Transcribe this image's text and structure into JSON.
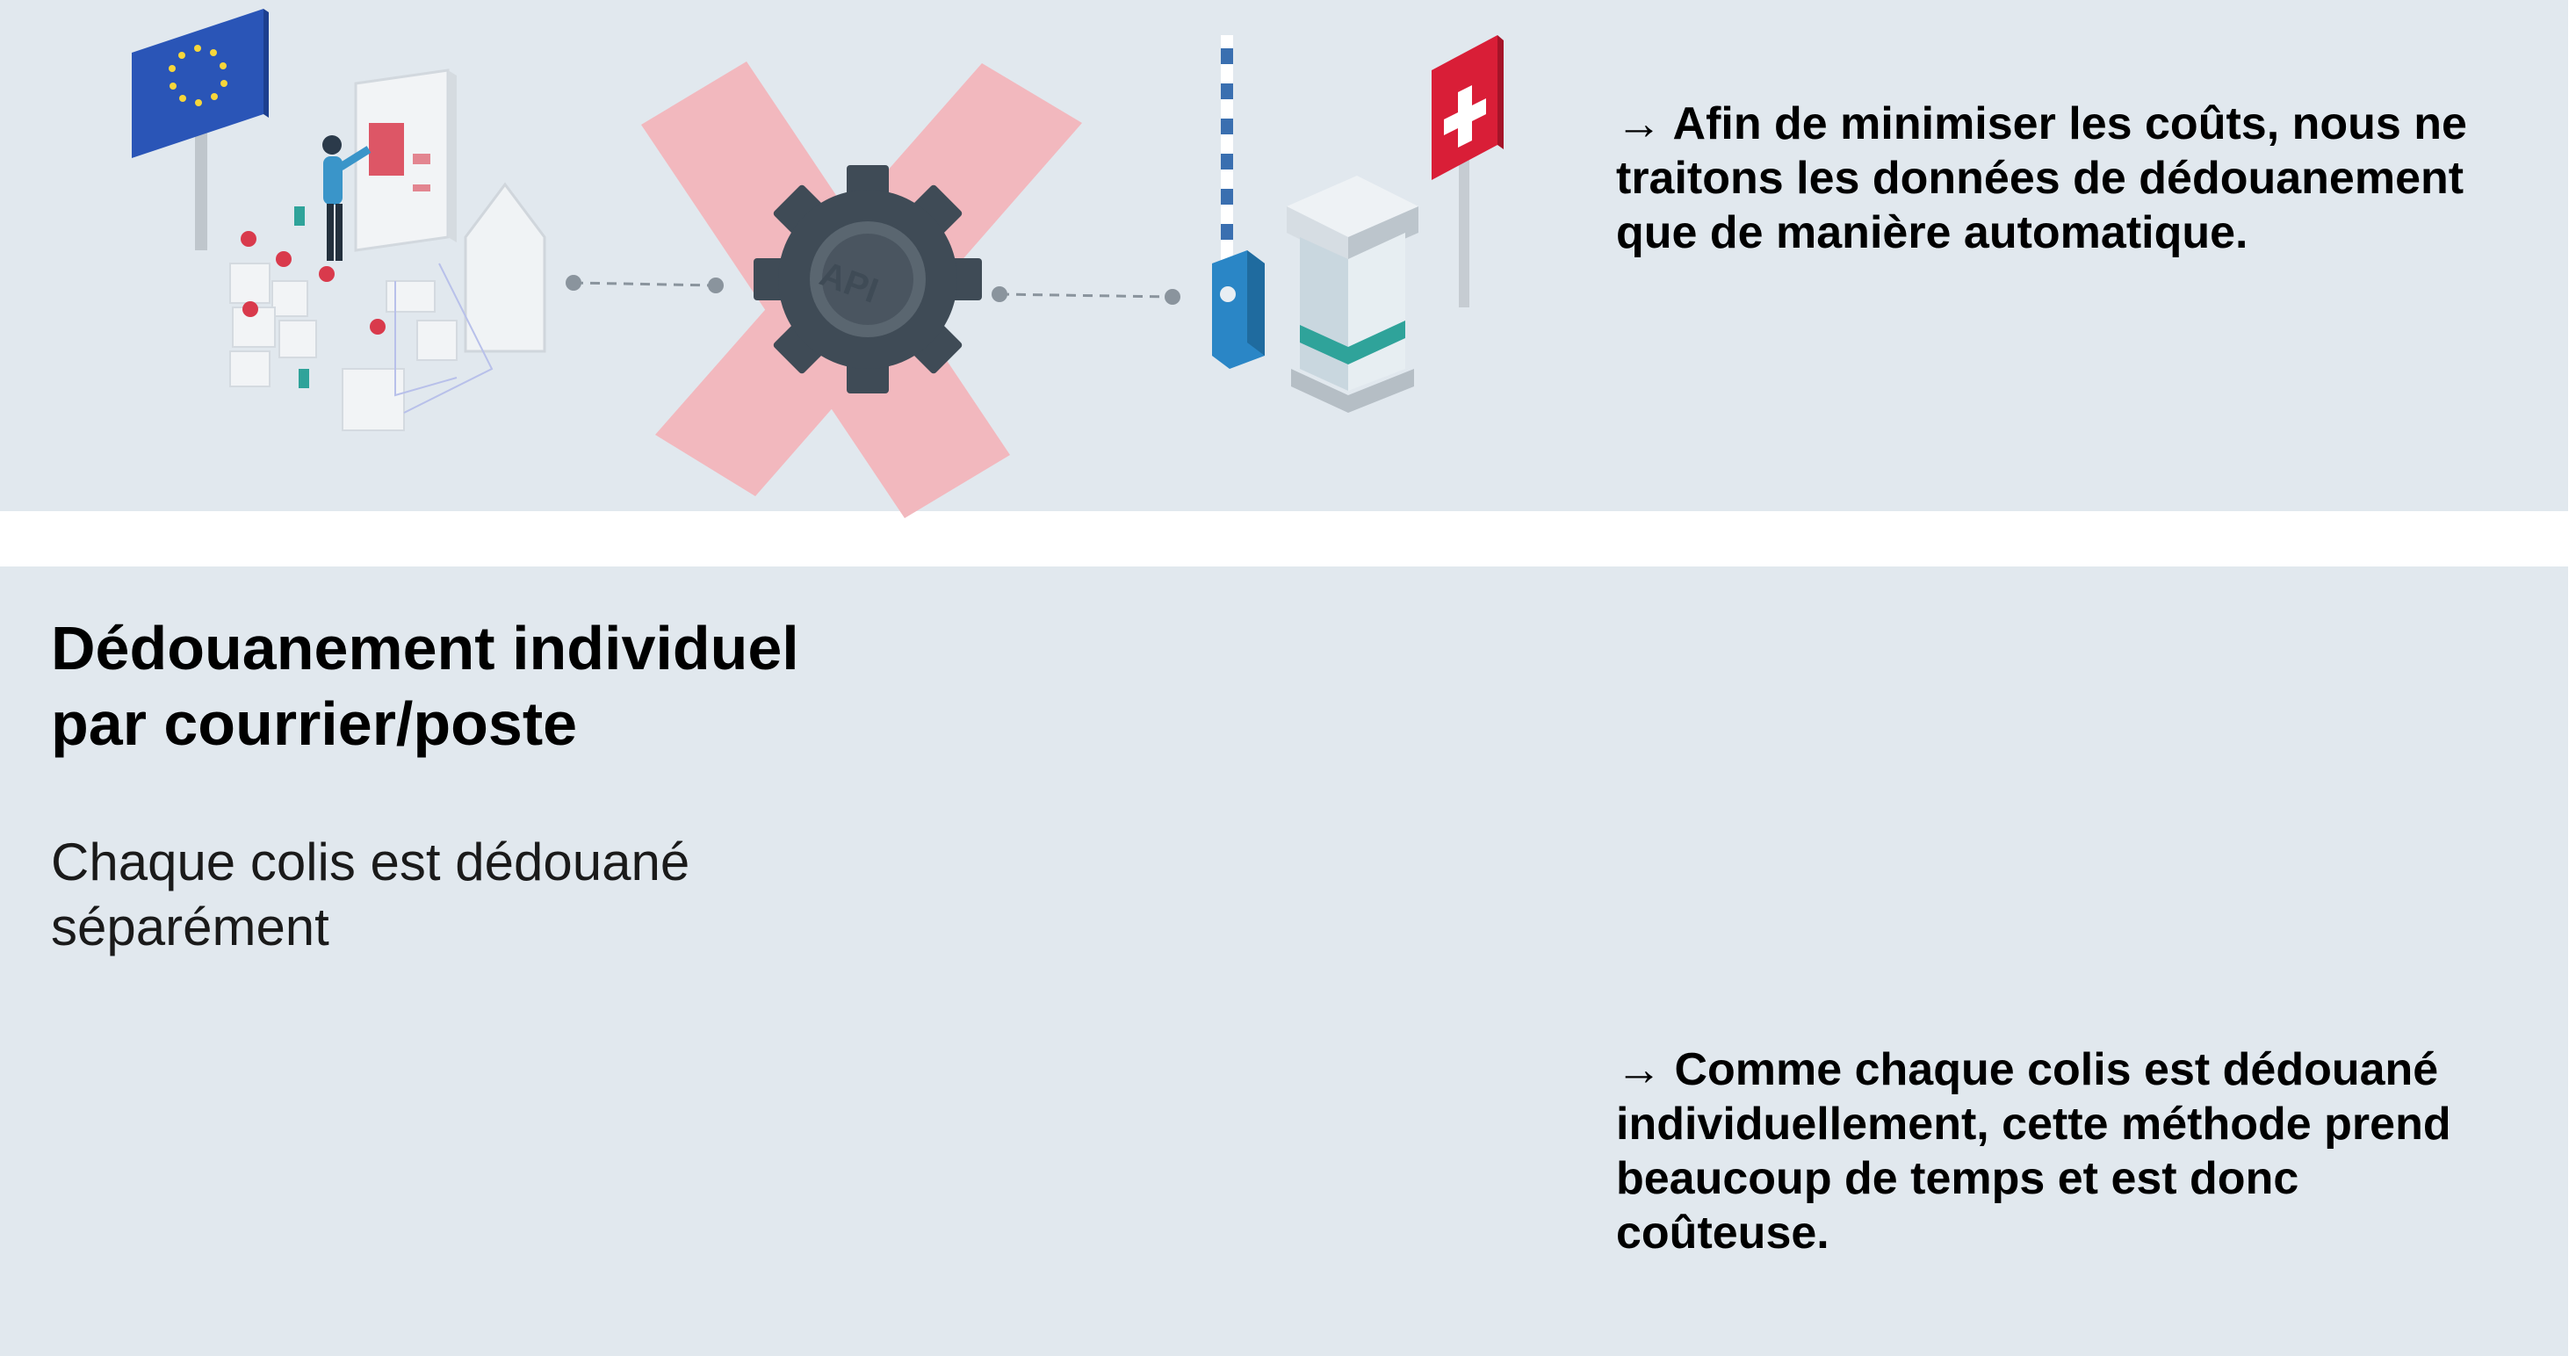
{
  "top_panel": {
    "note_lines": [
      "→ Afin de minimiser les coûts, nous ne",
      "traitons les données de dédouanement",
      "que de manière automatique."
    ],
    "api_label": "API",
    "colors": {
      "background": "#e1e8ee",
      "cross": "#f2b8be",
      "gear": "#3f4b56",
      "eu_flag": "#2a55b7",
      "swiss_flag": "#d91e37",
      "teal": "#30a8a0"
    },
    "icons": [
      "eu-flag-icon",
      "shop-person-icon",
      "api-gear-icon",
      "cross-icon",
      "barrier-icon",
      "customs-booth-icon",
      "swiss-flag-icon"
    ]
  },
  "bottom_panel": {
    "title_lines": [
      "Dédouanement individuel",
      "par courrier/poste"
    ],
    "subtitle_lines": [
      "Chaque colis est dédouané",
      "séparément"
    ],
    "note_lines": [
      "→ Comme chaque colis est dédouané",
      "individuellement, cette méthode prend",
      "beaucoup de temps et est donc",
      "coûteuse."
    ],
    "icons": [
      "conveyor-icon",
      "parcel-icon"
    ],
    "colors": {
      "rollers": "#4a5560",
      "frame": "#b9c0c6",
      "parcel": "#2fa39a"
    }
  }
}
